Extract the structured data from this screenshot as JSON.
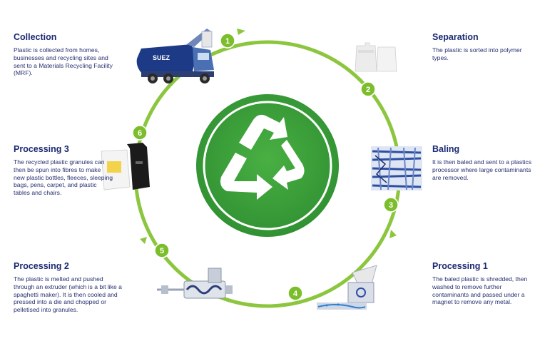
{
  "colors": {
    "ring": "#8cc63f",
    "badge": "#7cbd2c",
    "recycle_green": "#3ea23a",
    "text_navy": "#1b2a73"
  },
  "steps": [
    {
      "number": "1",
      "title": "Collection",
      "text": "Plastic is collected from homes, businesses and recycling sites and sent to a Materials Recycling Facility (MRF)."
    },
    {
      "number": "2",
      "title": "Separation",
      "text": "The plastic is sorted into polymer types."
    },
    {
      "number": "3",
      "title": "Baling",
      "text": "It is then baled and sent to a plastics processor where large contaminants are removed."
    },
    {
      "number": "4",
      "title": "Processing 1",
      "text": "The baled plastic is shredded, then washed to remove further contaminants and passed under a magnet to remove any metal."
    },
    {
      "number": "5",
      "title": "Processing 2",
      "text": "The plastic is melted and pushed through an extruder (which is a bit like a spaghetti maker). It is then cooled and pressed into a die and chopped or pelletised into granules."
    },
    {
      "number": "6",
      "title": "Processing 3",
      "text": "The recycled plastic granules can then be spun into fibres to make new plastic bottles, fleeces, sleeping bags, pens, carpet, and plastic tables and chairs."
    }
  ],
  "icons": {
    "truck": "recycling-truck-icon",
    "pouches": "plastic-pouches-icon",
    "bale": "plastic-bale-icon",
    "shredder": "shredder-washer-icon",
    "extruder": "extruder-icon",
    "products": "recycled-products-icon",
    "center": "recycle-symbol-icon"
  },
  "truck_brand": "SUEZ"
}
